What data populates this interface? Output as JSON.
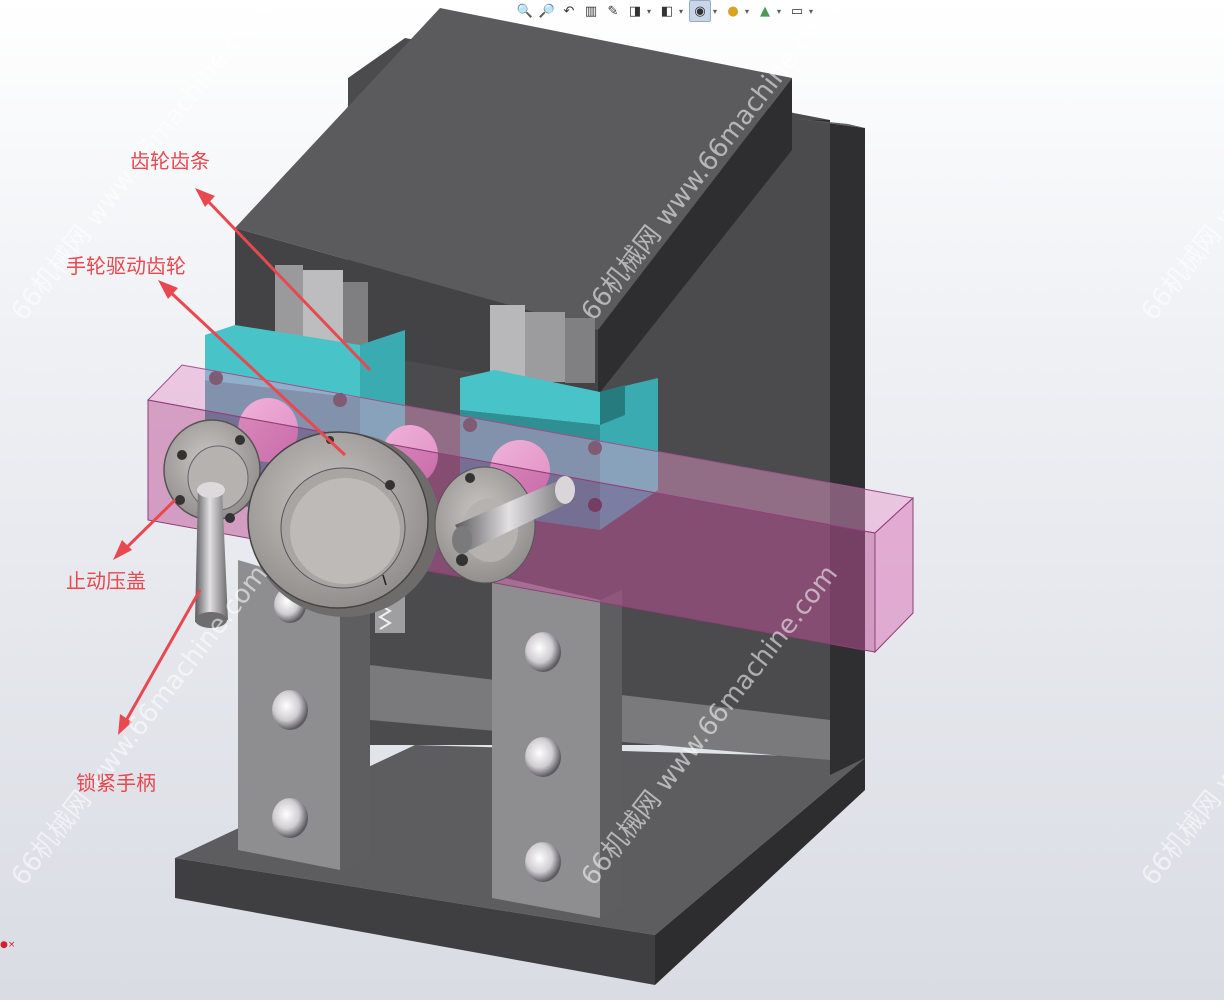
{
  "toolbar": {
    "buttons": [
      {
        "icon": "zoom-to-fit-icon",
        "glyph": "🔍"
      },
      {
        "icon": "zoom-area-icon",
        "glyph": "🔎"
      },
      {
        "icon": "previous-view-icon",
        "glyph": "↶"
      },
      {
        "icon": "section-view-icon",
        "glyph": "▥"
      },
      {
        "icon": "dynamic-annotation-icon",
        "glyph": "✎"
      },
      {
        "icon": "view-orientation-icon",
        "glyph": "◨"
      },
      {
        "icon": "display-style-icon",
        "glyph": "◧"
      },
      {
        "icon": "hide-show-items-icon",
        "glyph": "◉"
      },
      {
        "icon": "edit-appearance-icon",
        "glyph": "●"
      },
      {
        "icon": "apply-scene-icon",
        "glyph": "▲"
      },
      {
        "icon": "view-settings-icon",
        "glyph": "▭"
      }
    ]
  },
  "annotations": {
    "rack": "齿轮齿条",
    "handwheel": "手轮驱动齿轮",
    "stop_cover": "止动压盖",
    "lock_handle": "锁紧手柄"
  },
  "watermark": {
    "text": "66机械网 www.66machine.com"
  },
  "colors": {
    "annotation": "#e8484f",
    "machine_dark": "#4a4a4c",
    "fixture_cyan": "#3cc1c6",
    "workpiece_pink": "#d57ab8"
  }
}
